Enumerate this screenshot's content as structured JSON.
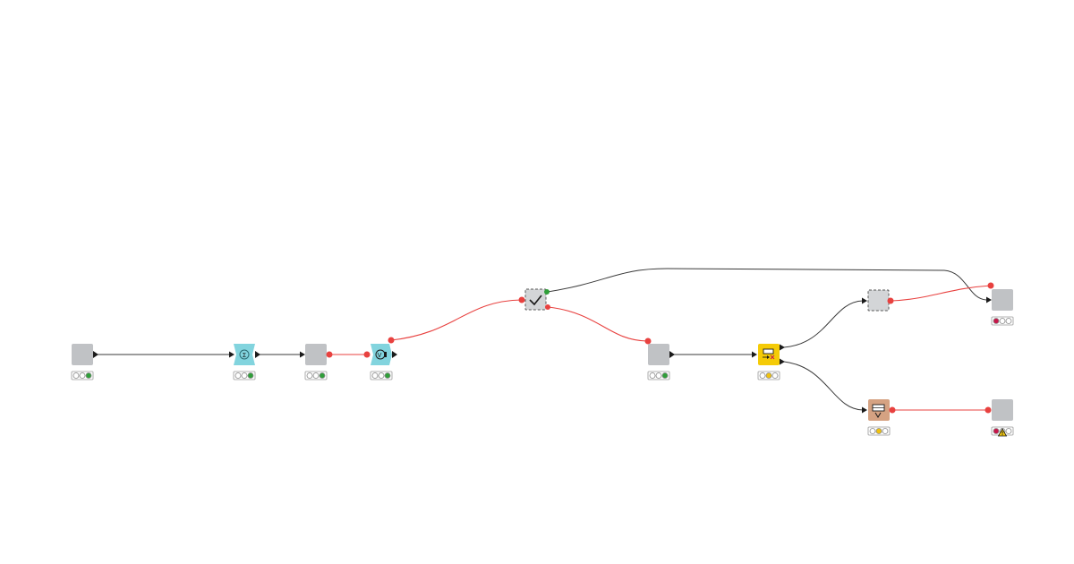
{
  "workflow": {
    "nodes": [
      {
        "id": "n1",
        "type": "component",
        "color": "#c0c2c5",
        "icon": "blank-icon",
        "status": "executed"
      },
      {
        "id": "n2",
        "type": "learner",
        "color": "#82d4de",
        "icon": "sigma-icon",
        "status": "executed"
      },
      {
        "id": "n3",
        "type": "component",
        "color": "#c0c2c5",
        "icon": "blank-icon",
        "status": "executed"
      },
      {
        "id": "n4",
        "type": "predictor",
        "color": "#82d4de",
        "icon": "variable-icon",
        "status": "executed"
      },
      {
        "id": "n5",
        "type": "validator",
        "color": "#d3d5d7",
        "icon": "checkmark-icon",
        "status": "none"
      },
      {
        "id": "n6",
        "type": "component",
        "color": "#c0c2c5",
        "icon": "blank-icon",
        "status": "executed"
      },
      {
        "id": "n7",
        "type": "manipulator",
        "color": "#f5cb07",
        "icon": "row-filter-icon",
        "status": "configured"
      },
      {
        "id": "n8",
        "type": "metanode",
        "color": "#d3d5d7",
        "icon": "blank-icon",
        "status": "none"
      },
      {
        "id": "n9",
        "type": "component",
        "color": "#c0c2c5",
        "icon": "blank-icon",
        "status": "error"
      },
      {
        "id": "n10",
        "type": "visualizer",
        "color": "#d5a282",
        "icon": "table-view-icon",
        "status": "configured"
      },
      {
        "id": "n11",
        "type": "component",
        "color": "#c0c2c5",
        "icon": "blank-icon",
        "status": "error-warning"
      }
    ],
    "connections": [
      {
        "from": "n1",
        "to": "n2",
        "kind": "data"
      },
      {
        "from": "n2",
        "to": "n3",
        "kind": "data"
      },
      {
        "from": "n3",
        "to": "n4",
        "kind": "flow-variable"
      },
      {
        "from": "n4",
        "to": "n5",
        "kind": "flow-variable"
      },
      {
        "from": "n5",
        "to": "n9",
        "kind": "data"
      },
      {
        "from": "n5",
        "to": "n6",
        "kind": "flow-variable"
      },
      {
        "from": "n6",
        "to": "n7",
        "kind": "data"
      },
      {
        "from": "n7",
        "to": "n8",
        "kind": "data"
      },
      {
        "from": "n7",
        "to": "n10",
        "kind": "data"
      },
      {
        "from": "n8",
        "to": "n9",
        "kind": "flow-variable"
      },
      {
        "from": "n10",
        "to": "n11",
        "kind": "flow-variable"
      }
    ],
    "status_colors": {
      "green": "#2f9f39",
      "yellow": "#f0c20f",
      "red": "#c7174a",
      "off": "#ffffff",
      "warning": "#f2c811",
      "flow_line": "#e8413f",
      "data_line": "#3a3a3a"
    }
  }
}
